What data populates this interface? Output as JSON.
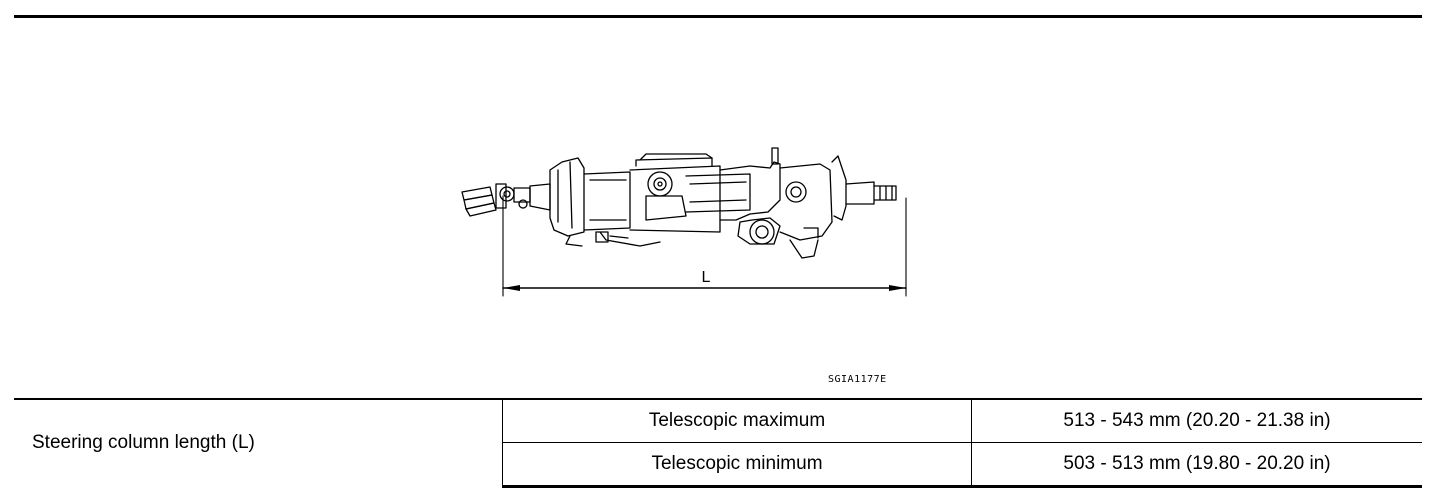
{
  "figure": {
    "dimension_label": "L",
    "code": "SGIA1177E"
  },
  "table": {
    "item": "Steering column length (L)",
    "rows": [
      {
        "condition": "Telescopic maximum",
        "value": "513 - 543 mm (20.20 - 21.38 in)"
      },
      {
        "condition": "Telescopic minimum",
        "value": "503 - 513 mm (19.80 - 20.20 in)"
      }
    ]
  }
}
